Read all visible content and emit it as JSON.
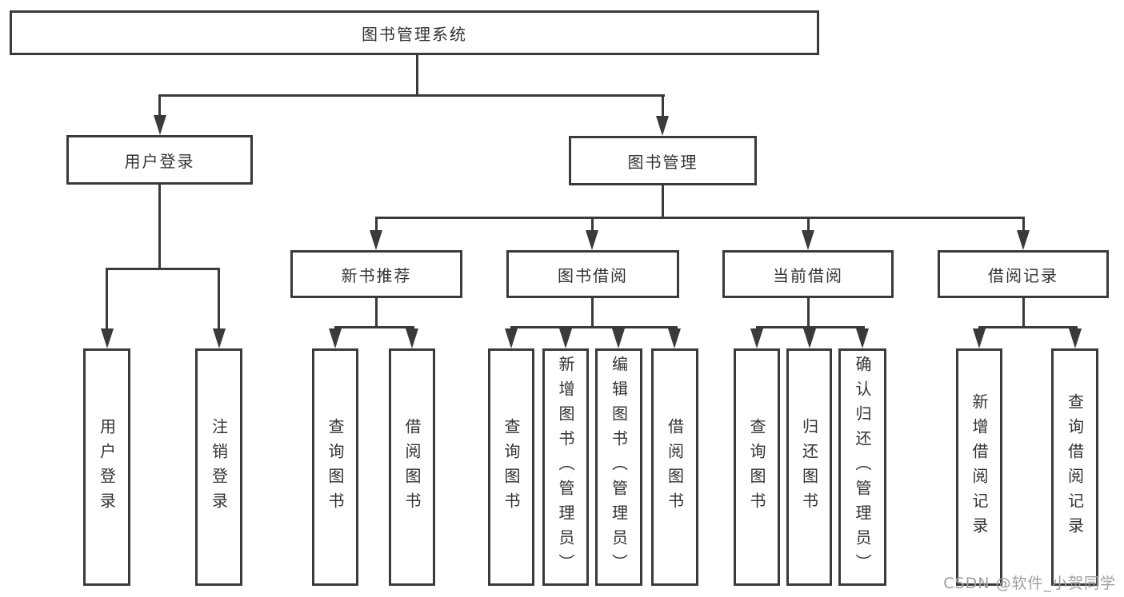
{
  "diagram": {
    "root": {
      "label": "图书管理系统"
    },
    "branches": {
      "user_login": {
        "label": "用户登录",
        "children": [
          {
            "label": "用户登录"
          },
          {
            "label": "注销登录"
          }
        ]
      },
      "book_management": {
        "label": "图书管理",
        "children": [
          {
            "label": "新书推荐",
            "children": [
              {
                "label": "查询图书"
              },
              {
                "label": "借阅图书"
              }
            ]
          },
          {
            "label": "图书借阅",
            "children": [
              {
                "label": "查询图书"
              },
              {
                "label": "新增图书（管理员）"
              },
              {
                "label": "编辑图书（管理员）"
              },
              {
                "label": "借阅图书"
              }
            ]
          },
          {
            "label": "当前借阅",
            "children": [
              {
                "label": "查询图书"
              },
              {
                "label": "归还图书"
              },
              {
                "label": "确认归还（管理员）"
              }
            ]
          },
          {
            "label": "借阅记录",
            "children": [
              {
                "label": "新增借阅记录"
              },
              {
                "label": "查询借阅记录"
              }
            ]
          }
        ]
      }
    }
  },
  "watermark": {
    "text": "CSDN @软件_小贺同学"
  },
  "colors": {
    "line": "#3a3a3a",
    "text": "#333333",
    "watermark": "#9e9e9e",
    "background": "#ffffff"
  }
}
